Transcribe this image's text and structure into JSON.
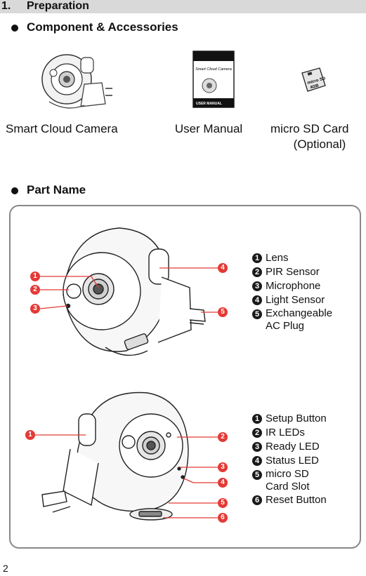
{
  "section": {
    "number": "1.",
    "title": "Preparation"
  },
  "components": {
    "heading": "Component & Accessories",
    "items": [
      {
        "label": "Smart Cloud Camera"
      },
      {
        "label": "User Manual"
      },
      {
        "label": "micro SD Card",
        "note": "(Optional)"
      }
    ],
    "manual_cover_title": "Smart Cloud Camera",
    "manual_cover_footer": "USER MANUAL",
    "sd_card_marks": [
      "micro SD",
      "4GB"
    ]
  },
  "part_name": {
    "heading": "Part Name",
    "front_view": {
      "legend": [
        {
          "num": "1",
          "label": "Lens"
        },
        {
          "num": "2",
          "label": "PIR Sensor"
        },
        {
          "num": "3",
          "label": "Microphone"
        },
        {
          "num": "4",
          "label": "Light Sensor"
        },
        {
          "num": "5",
          "label": "Exchangeable\nAC Plug"
        }
      ],
      "callouts": [
        "1",
        "2",
        "3",
        "4",
        "5"
      ]
    },
    "back_view": {
      "legend": [
        {
          "num": "1",
          "label": "Setup Button"
        },
        {
          "num": "2",
          "label": "IR LEDs"
        },
        {
          "num": "3",
          "label": "Ready LED"
        },
        {
          "num": "4",
          "label": "Status LED"
        },
        {
          "num": "5",
          "label": "micro SD\nCard Slot"
        },
        {
          "num": "6",
          "label": "Reset Button"
        }
      ],
      "callouts": [
        "1",
        "2",
        "3",
        "4",
        "5",
        "6"
      ]
    }
  },
  "page_number": "2",
  "colors": {
    "callout": "#e43a36",
    "section_bar": "#d9d9d9",
    "panel_border": "#888888"
  }
}
